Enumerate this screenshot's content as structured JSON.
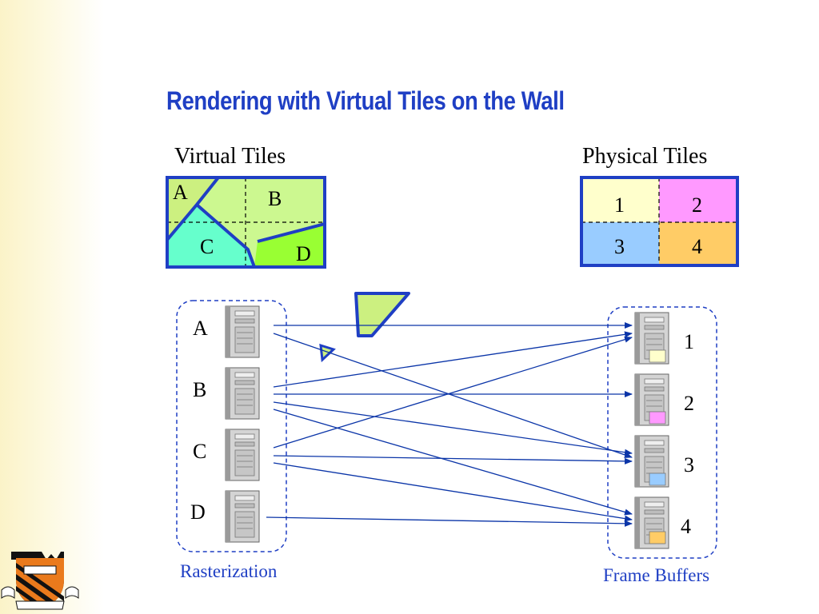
{
  "slide": {
    "title": "Rendering with Virtual Tiles on the Wall"
  },
  "virtual_tiles": {
    "heading": "Virtual Tiles",
    "regions": [
      "A",
      "B",
      "C",
      "D"
    ],
    "colors": {
      "A": "#ccf080",
      "B": "#ccf890",
      "C": "#66ffcc",
      "D": "#99ff33"
    }
  },
  "physical_tiles": {
    "heading": "Physical Tiles",
    "tiles": [
      {
        "label": "1",
        "color": "#ffffcc"
      },
      {
        "label": "2",
        "color": "#ff99ff"
      },
      {
        "label": "3",
        "color": "#99ccff"
      },
      {
        "label": "4",
        "color": "#ffcc66"
      }
    ]
  },
  "rasterization": {
    "caption": "Rasterization",
    "nodes": [
      "A",
      "B",
      "C",
      "D"
    ]
  },
  "frame_buffers": {
    "caption": "Frame Buffers",
    "nodes": [
      "1",
      "2",
      "3",
      "4"
    ]
  },
  "colors": {
    "accent_blue": "#1f3fc4",
    "line_blue": "#0b35a8",
    "fragment_fill": "#ccf080"
  }
}
